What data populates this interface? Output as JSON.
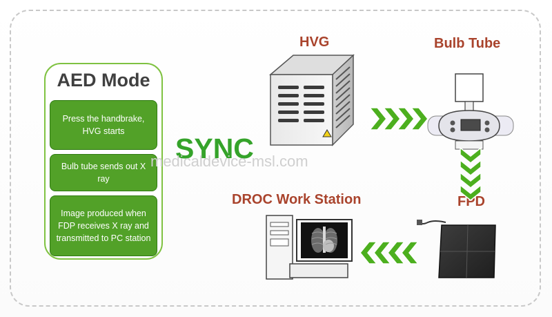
{
  "aed": {
    "title": "AED Mode",
    "steps": [
      "Press the handbrake, HVG starts",
      "Bulb tube sends out X ray",
      "Image produced when FDP receives X ray and transmitted to PC station"
    ]
  },
  "sync_label": "SYNC",
  "nodes": {
    "hvg": "HVG",
    "bulb_tube": "Bulb Tube",
    "fpd": "FPD",
    "droc": "DROC Work Station"
  },
  "watermark": "medicaldevice-msl.com",
  "colors": {
    "panel_border": "#7fc241",
    "step_fill": "#52a128",
    "sync_text": "#35a32a",
    "label_text": "#a9432c",
    "arrow": "#4caf1e"
  }
}
